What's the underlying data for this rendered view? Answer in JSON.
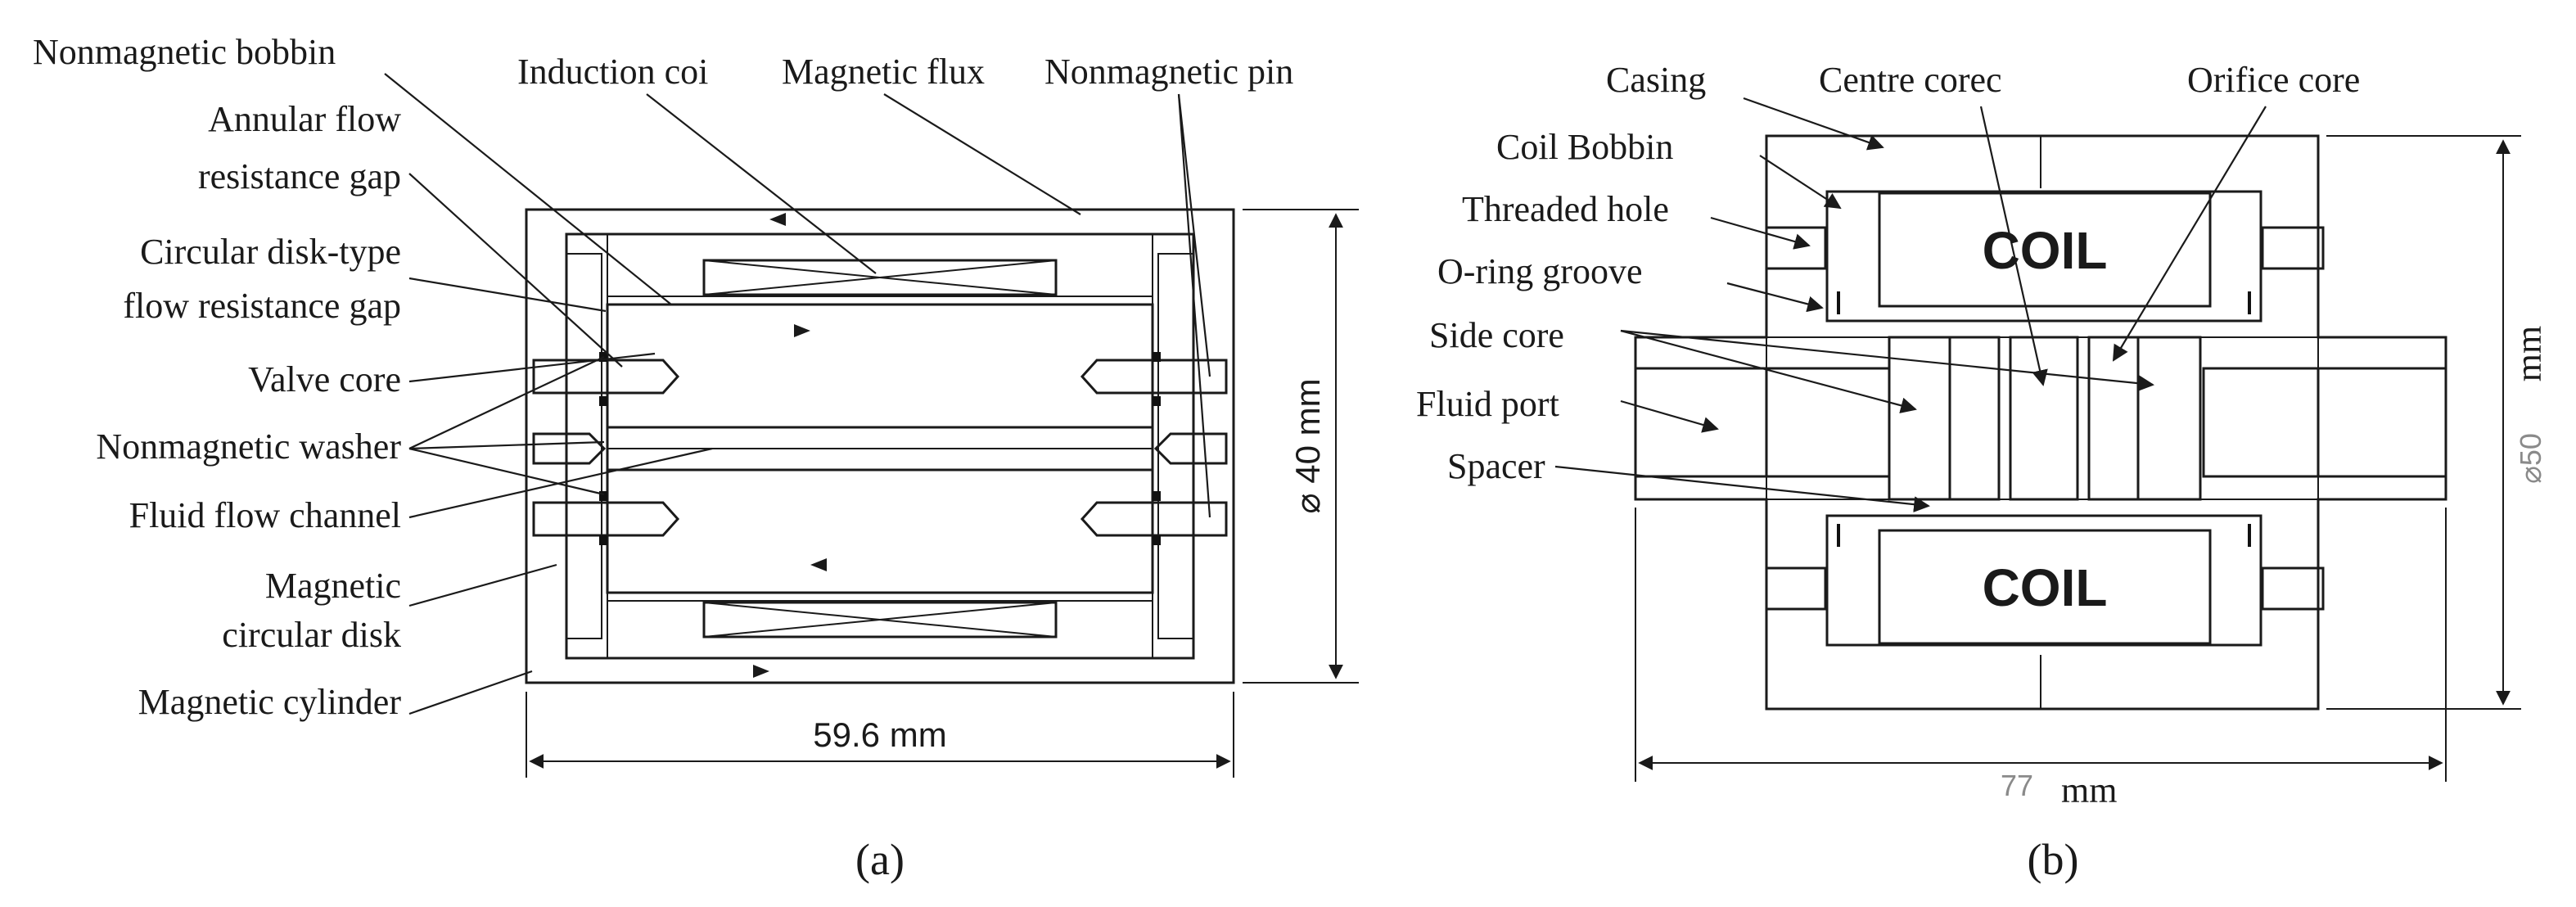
{
  "panel_a": {
    "caption": "(a)",
    "labels": {
      "nonmagnetic_bobbin": "Nonmagnetic bobbin",
      "annular_gap_1": "Annular flow",
      "annular_gap_2": "resistance gap",
      "disk_gap_1": "Circular disk-type",
      "disk_gap_2": "flow resistance gap",
      "valve_core": "Valve core",
      "nonmagnetic_washer": "Nonmagnetic washer",
      "fluid_flow_channel": "Fluid flow channel",
      "magnetic_disk_1": "Magnetic",
      "magnetic_disk_2": "circular disk",
      "magnetic_cylinder": "Magnetic cylinder",
      "induction_coil": "Induction coi",
      "magnetic_flux": "Magnetic flux",
      "nonmagnetic_pin": "Nonmagnetic pin"
    },
    "dimensions": {
      "width": "59.6  mm",
      "diameter": "⌀ 40  mm"
    }
  },
  "panel_b": {
    "caption": "(b)",
    "labels": {
      "casing": "Casing",
      "centre_core": "Centre corec",
      "orifice_core": "Orifice core",
      "coil_bobbin": "Coil Bobbin",
      "threaded_hole": "Threaded hole",
      "oring_groove": "O-ring groove",
      "side_core": "Side core",
      "fluid_port": "Fluid port",
      "spacer": "Spacer"
    },
    "coil_top": "COIL",
    "coil_bottom": "COIL",
    "dimensions": {
      "width_value": "77",
      "width_unit": "mm",
      "diameter_value": "⌀50",
      "diameter_unit": "mm"
    }
  }
}
